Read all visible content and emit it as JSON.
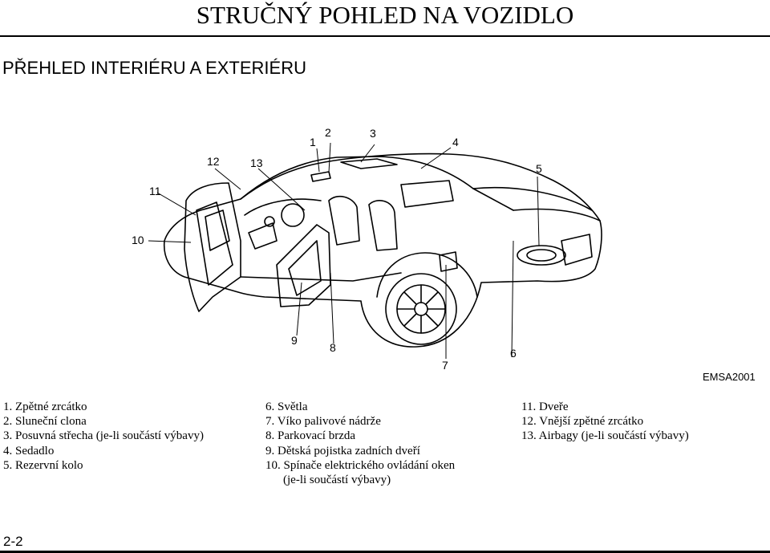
{
  "header": {
    "title": "STRUČNÝ POHLED NA VOZIDLO",
    "subtitle": "PŘEHLED INTERIÉRU A EXTERIÉRU"
  },
  "figure": {
    "callouts": [
      "1",
      "2",
      "3",
      "4",
      "5",
      "6",
      "7",
      "8",
      "9",
      "10",
      "11",
      "12",
      "13"
    ],
    "code": "EMSA2001"
  },
  "legend": {
    "col1": [
      "1. Zpětné zrcátko",
      "2. Sluneční clona",
      "3. Posuvná střecha (je-li součástí výbavy)",
      "4. Sedadlo",
      "5. Rezervní kolo"
    ],
    "col2": [
      "6. Světla",
      "7.  Víko palivové nádrže",
      "8.  Parkovací brzda",
      "9.  Dětská pojistka zadních dveří",
      "10. Spínače elektrického ovládání oken",
      "(je-li součástí výbavy)"
    ],
    "col3": [
      "11. Dveře",
      "12. Vnější zpětné zrcátko",
      "13. Airbagy (je-li součástí výbavy)"
    ]
  },
  "footer": {
    "page": "2-2"
  }
}
